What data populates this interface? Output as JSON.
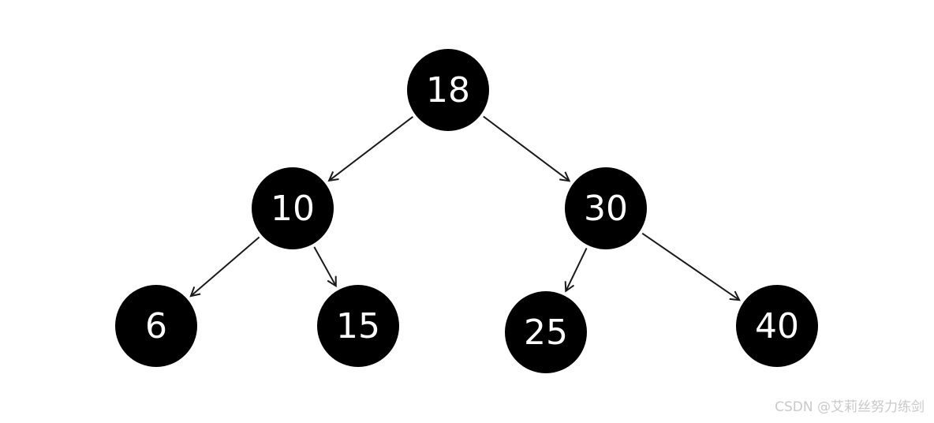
{
  "diagram": {
    "type": "binary-tree",
    "node_color": "#000000",
    "label_color": "#ffffff",
    "edge_color": "#1a1a1a",
    "nodes": [
      {
        "id": "n18",
        "label": "18"
      },
      {
        "id": "n10",
        "label": "10"
      },
      {
        "id": "n30",
        "label": "30"
      },
      {
        "id": "n6",
        "label": "6"
      },
      {
        "id": "n15",
        "label": "15"
      },
      {
        "id": "n25",
        "label": "25"
      },
      {
        "id": "n40",
        "label": "40"
      }
    ],
    "edges": [
      {
        "from": "n18",
        "to": "n10"
      },
      {
        "from": "n18",
        "to": "n30"
      },
      {
        "from": "n10",
        "to": "n6"
      },
      {
        "from": "n10",
        "to": "n15"
      },
      {
        "from": "n30",
        "to": "n25"
      },
      {
        "from": "n30",
        "to": "n40"
      }
    ]
  },
  "watermark": {
    "text": "CSDN @艾莉丝努力练剑",
    "color": "#c9c9c9"
  }
}
